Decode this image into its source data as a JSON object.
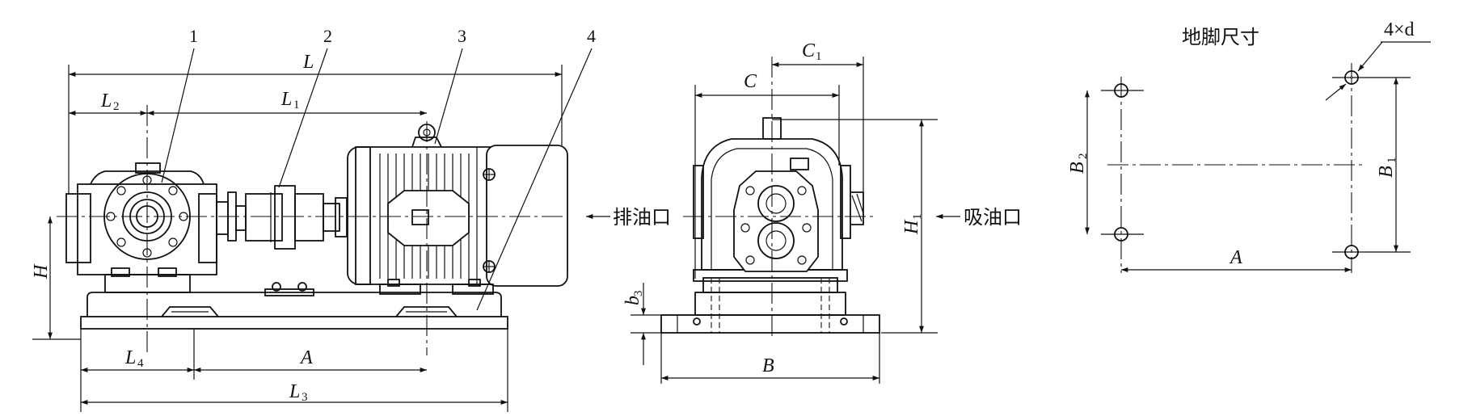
{
  "callouts": [
    "1",
    "2",
    "3",
    "4"
  ],
  "side_view": {
    "dims": {
      "L": "L",
      "L2": "L",
      "L2_sub": "2",
      "L1": "L",
      "L1_sub": "1",
      "H": "H",
      "L4": "L",
      "L4_sub": "4",
      "A": "A",
      "L3": "L",
      "L3_sub": "3"
    },
    "outlet_label": "排油口"
  },
  "end_view": {
    "dims": {
      "C1": "C",
      "C1_sub": "1",
      "C": "C",
      "H1": "H",
      "H1_sub": "1",
      "b3": "b",
      "b3_sub": "3",
      "B": "B"
    },
    "inlet_label": "吸油口"
  },
  "foot_view": {
    "title": "地脚尺寸",
    "holes": "4×d",
    "dims": {
      "B2": "B",
      "B2_sub": "2",
      "B1": "B",
      "B1_sub": "1",
      "A": "A"
    }
  }
}
